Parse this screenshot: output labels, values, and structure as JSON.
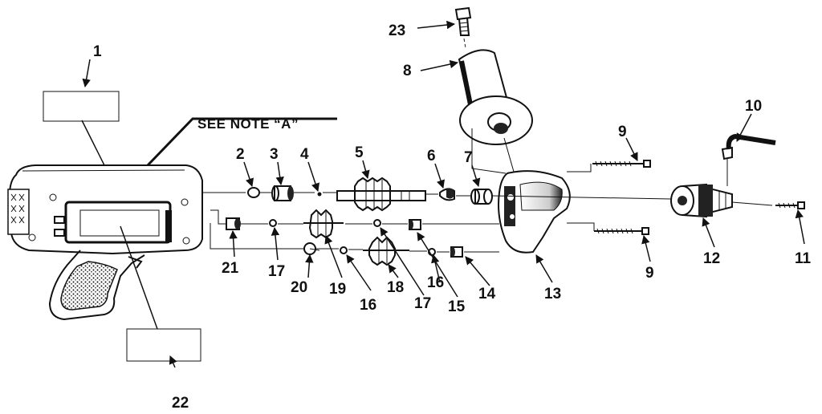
{
  "note_label": "SEE NOTE “A”",
  "callouts": {
    "c1": "1",
    "c2": "2",
    "c3": "3",
    "c4": "4",
    "c5": "5",
    "c6": "6",
    "c7": "7",
    "c8": "8",
    "c9a": "9",
    "c9b": "9",
    "c10": "10",
    "c11": "11",
    "c12": "12",
    "c13": "13",
    "c14": "14",
    "c15": "15",
    "c16a": "16",
    "c16b": "16",
    "c17a": "17",
    "c17b": "17",
    "c18": "18",
    "c19": "19",
    "c20": "20",
    "c21": "21",
    "c22": "22",
    "c23": "23"
  }
}
